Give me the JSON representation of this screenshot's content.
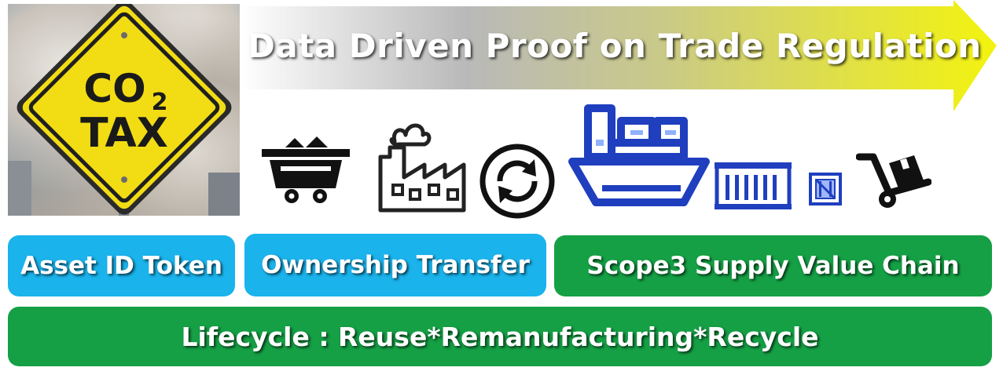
{
  "title": "Data Driven Proof on Trade Regulation",
  "sign": {
    "line1_main": "CO",
    "line1_sub": "2",
    "line2": "TAX"
  },
  "icons": [
    "mine-cart-icon",
    "factory-icon",
    "recycle-icon",
    "cargo-ship-icon",
    "shipping-container-icon",
    "small-container-icon",
    "hand-truck-icon"
  ],
  "labels": {
    "asset_id_token": "Asset ID Token",
    "ownership_transfer": "Ownership Transfer",
    "scope3": "Scope3 Supply Value Chain",
    "lifecycle": "Lifecycle : Reuse*Remanufacturing*Recycle"
  },
  "colors": {
    "blue": "#1ab3ec",
    "green": "#15a045",
    "ship_blue": "#1f3fbf",
    "sign_yellow": "#f2dc14"
  }
}
